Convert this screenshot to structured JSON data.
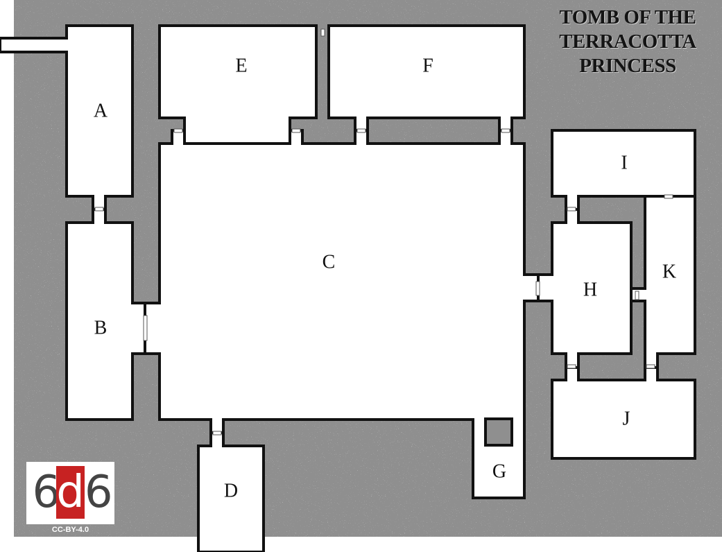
{
  "map": {
    "title_lines": [
      "TOMB OF THE",
      "TERRACOTTA",
      "PRINCESS"
    ],
    "rooms": {
      "A": "A",
      "B": "B",
      "C": "C",
      "D": "D",
      "E": "E",
      "F": "F",
      "G": "G",
      "H": "H",
      "I": "I",
      "J": "J",
      "K": "K"
    },
    "background_color": "#8f8f8f",
    "wall_color": "#111111",
    "floor_color": "#ffffff"
  },
  "logo": {
    "left_digit": "6",
    "middle_letter": "d",
    "right_digit": "6",
    "accent_color": "#c72222",
    "license": "CC-BY-4.0"
  }
}
